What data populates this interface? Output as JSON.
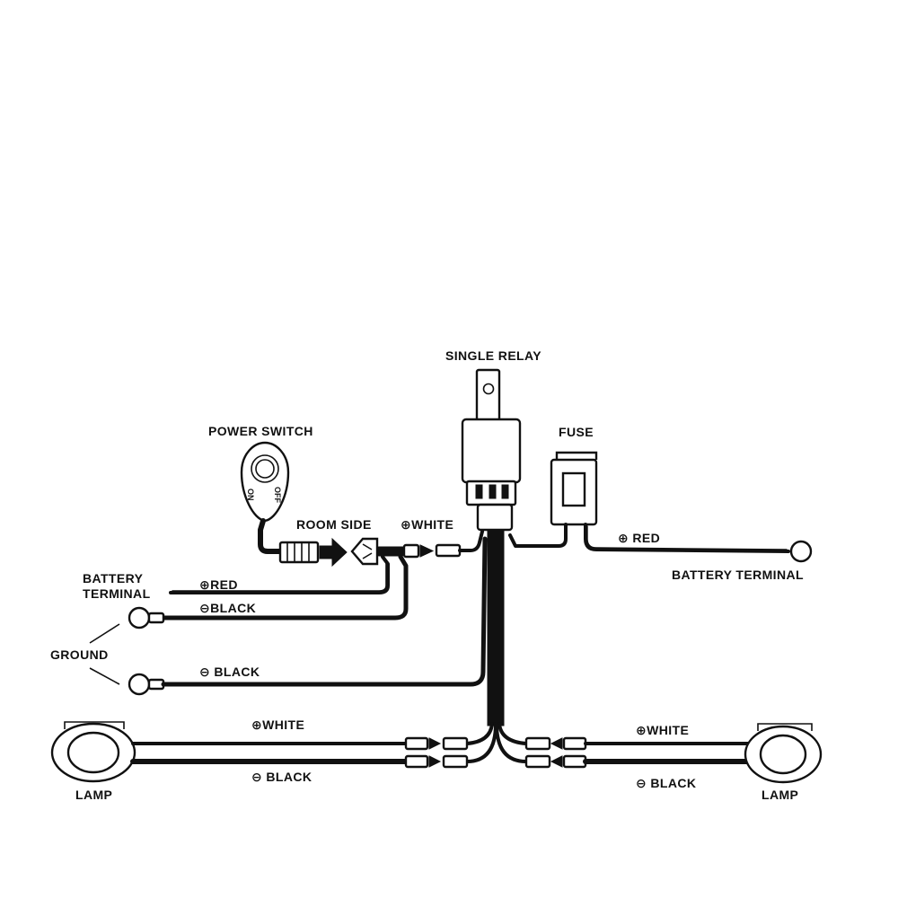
{
  "labels": {
    "single_relay": "SINGLE RELAY",
    "fuse": "FUSE",
    "power_switch": "POWER SWITCH",
    "switch_on": "ON",
    "switch_off": "OFF",
    "room_side": "ROOM SIDE",
    "white_relay": "⊕WHITE",
    "red_right": "⊕ RED",
    "battery_terminal_right": "BATTERY TERMINAL",
    "battery_line1": "BATTERY",
    "battery_line2": "TERMINAL",
    "red_left": "⊕RED",
    "black_upper": "⊖BLACK",
    "ground": "GROUND",
    "black_lower": "⊖ BLACK",
    "white_left": "⊕WHITE",
    "black_left": "⊖ BLACK",
    "white_right": "⊕WHITE",
    "black_right": "⊖ BLACK",
    "lamp_left": "LAMP",
    "lamp_right": "LAMP"
  },
  "colors": {
    "ink": "#111111",
    "paper": "#ffffff"
  }
}
